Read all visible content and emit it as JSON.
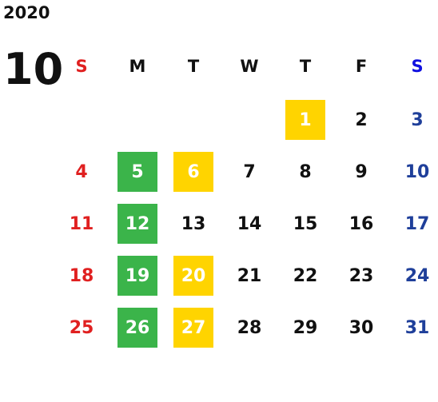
{
  "calendar": {
    "year": "2020",
    "month": "10",
    "weekdays": [
      "S",
      "M",
      "T",
      "W",
      "T",
      "F",
      "S"
    ],
    "weeks": [
      [
        "",
        "",
        "",
        "",
        "1",
        "2",
        "3"
      ],
      [
        "4",
        "5",
        "6",
        "7",
        "8",
        "9",
        "10"
      ],
      [
        "11",
        "12",
        "13",
        "14",
        "15",
        "16",
        "17"
      ],
      [
        "18",
        "19",
        "20",
        "21",
        "22",
        "23",
        "24"
      ],
      [
        "25",
        "26",
        "27",
        "28",
        "29",
        "30",
        "31"
      ]
    ],
    "highlights": {
      "green": [
        "5",
        "12",
        "19",
        "26"
      ],
      "yellow": [
        "1",
        "6",
        "20",
        "27"
      ]
    },
    "colors": {
      "sunday": "#e02020",
      "saturday": "#1f3f9a",
      "green_highlight": "#3bb44a",
      "yellow_highlight": "#ffd400"
    }
  }
}
